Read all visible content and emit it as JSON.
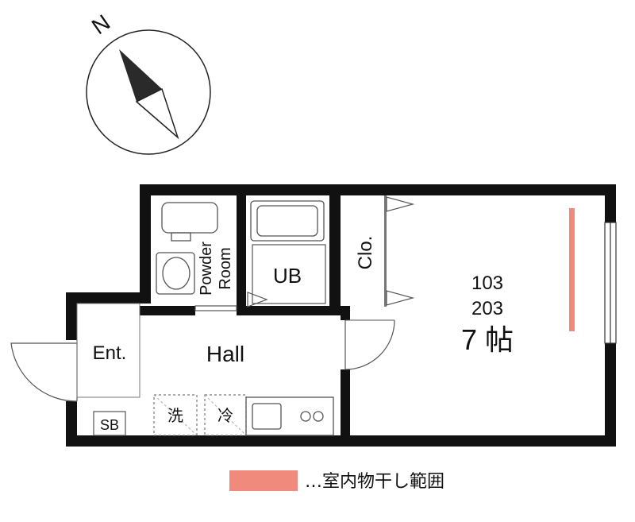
{
  "compass": {
    "north_label": "N"
  },
  "rooms": {
    "powder_room_line1": "Powder",
    "powder_room_line2": "Room",
    "unit_bath": "UB",
    "closet": "Clo.",
    "entrance": "Ent.",
    "hall": "Hall",
    "shoe_box": "SB",
    "washer": "洗",
    "fridge": "冷"
  },
  "main_room": {
    "unit_numbers": [
      "103",
      "203"
    ],
    "size": "7 帖"
  },
  "legend": {
    "swatch_color": "#f08a7c",
    "text": "…室内物干し範囲"
  },
  "colors": {
    "wall": "#111111",
    "drying_area": "#f08a7c"
  }
}
